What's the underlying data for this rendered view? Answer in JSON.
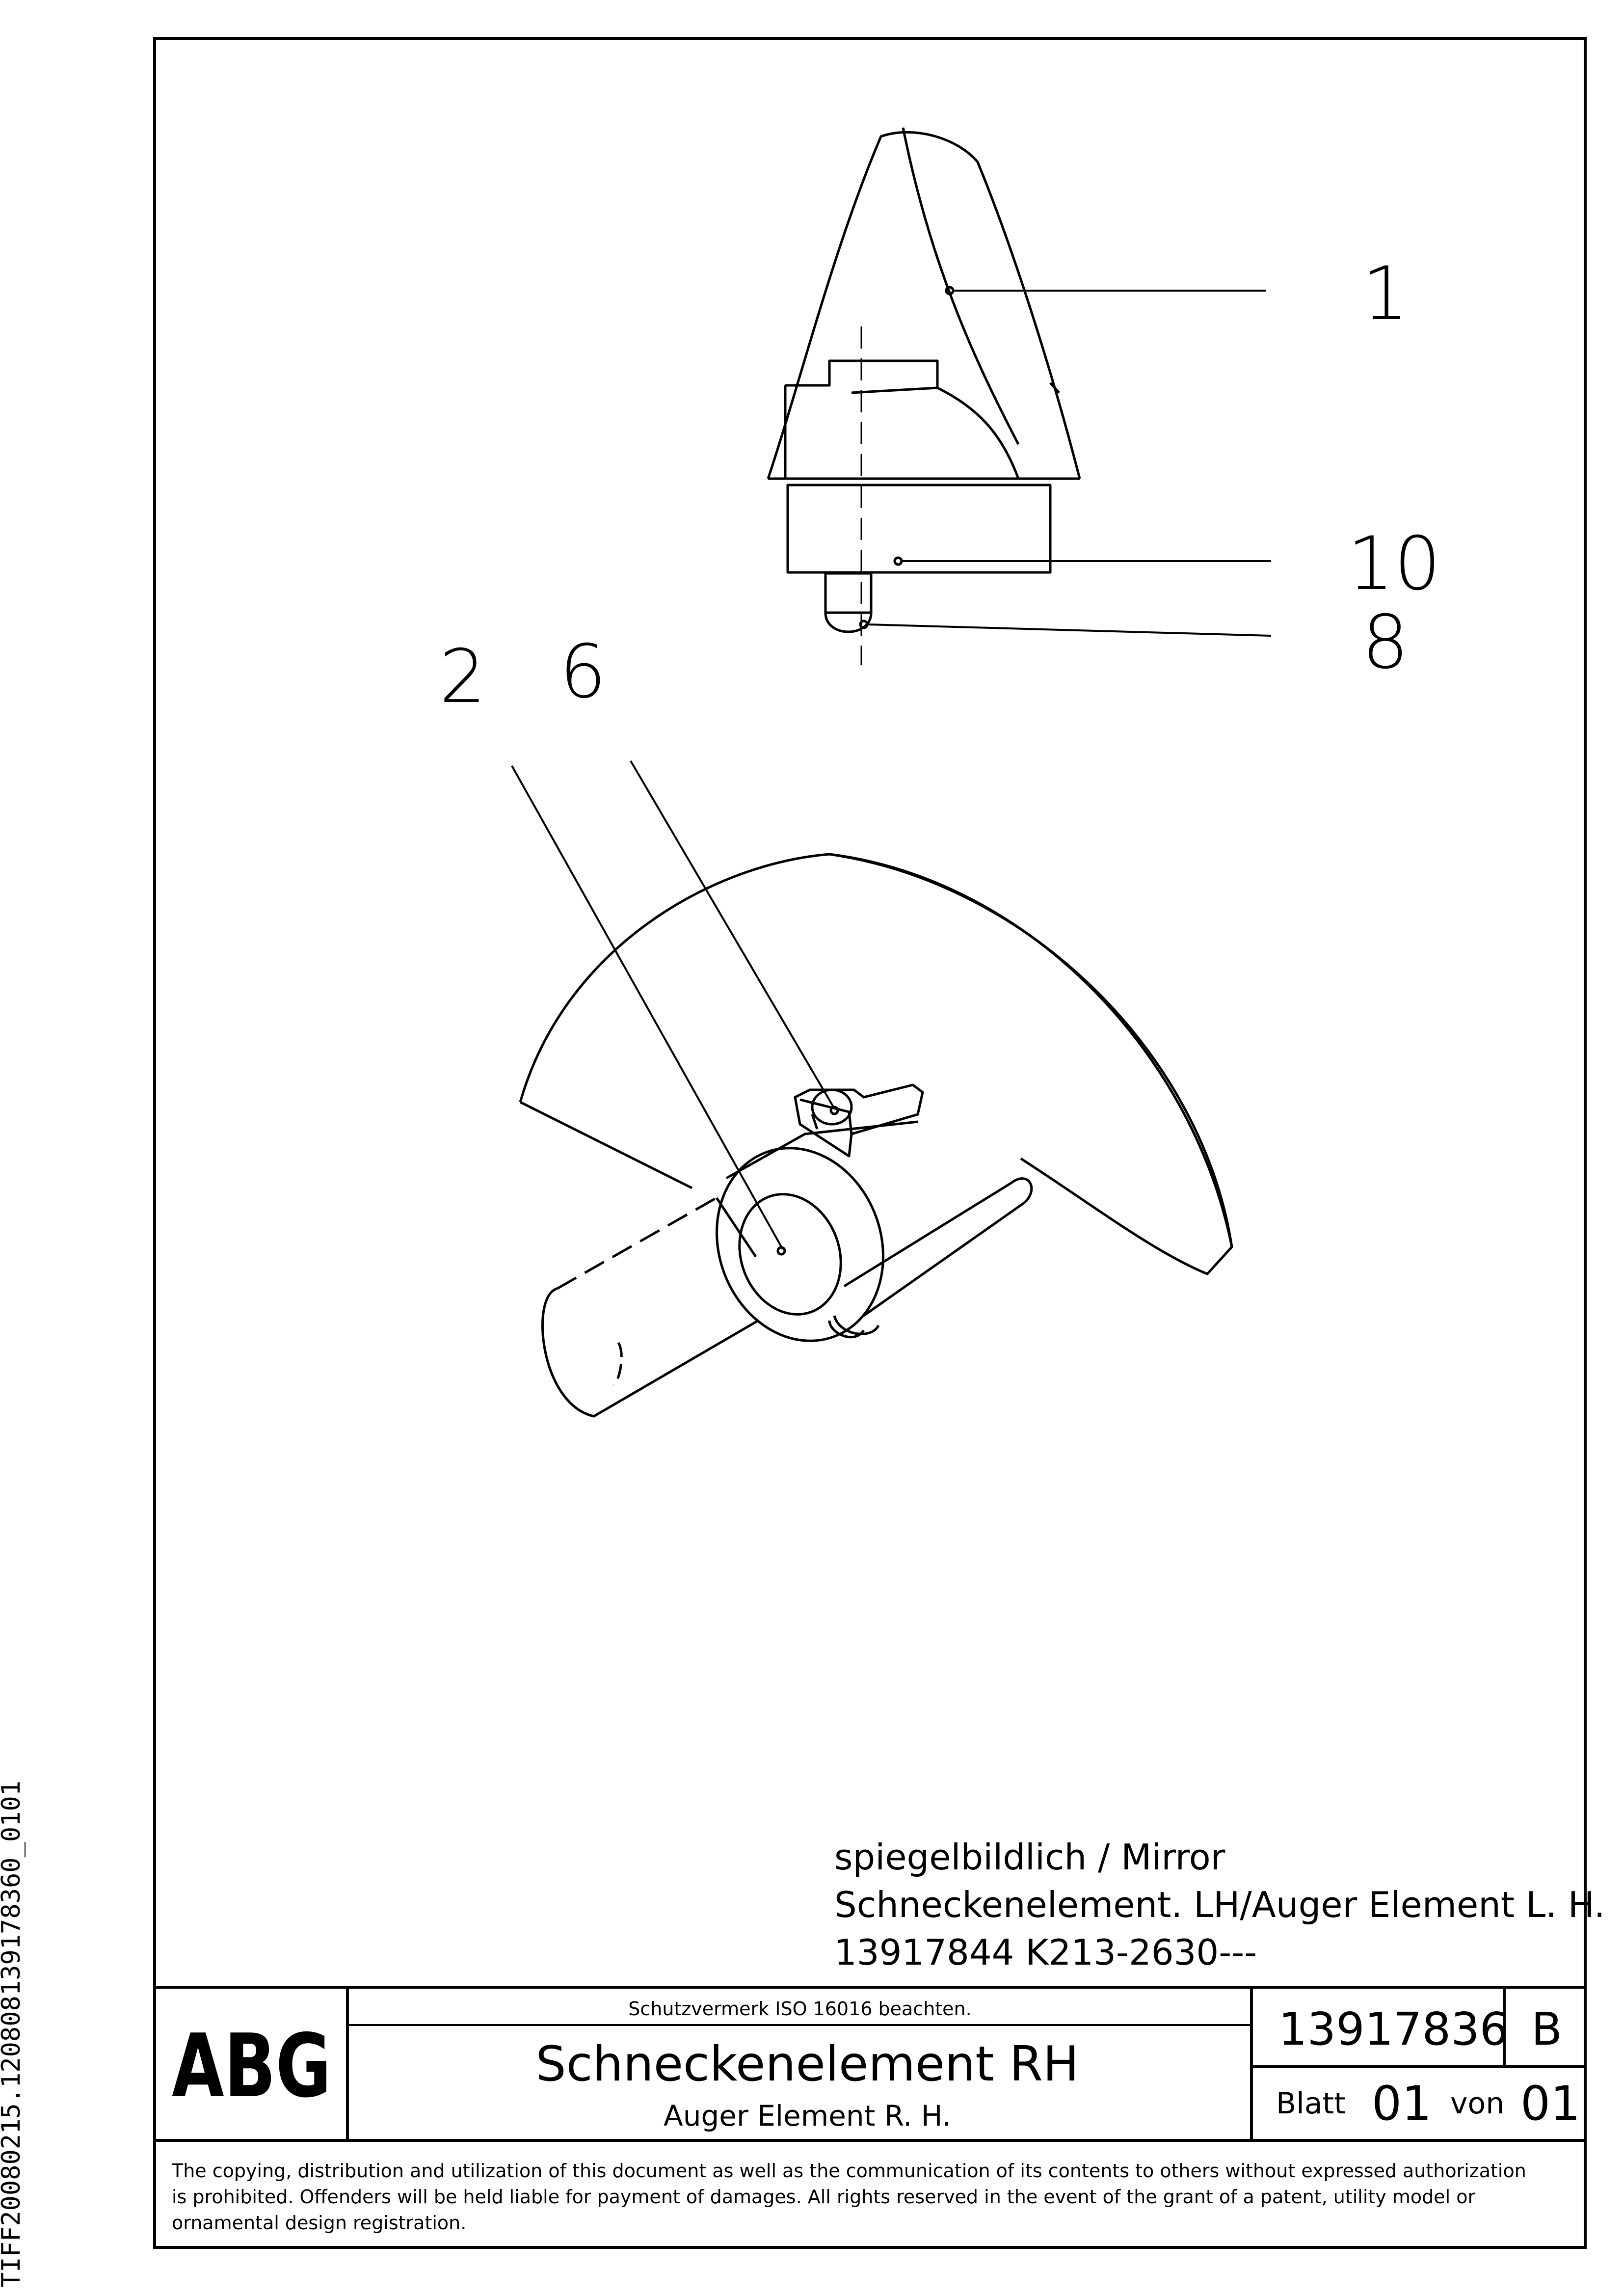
{
  "side_label": "TIFF20080215.120808139178360_0101",
  "callouts": {
    "c1": "1",
    "c10": "10",
    "c8": "8",
    "c2": "2",
    "c6": "6"
  },
  "mirror_note": {
    "line1": "spiegelbildlich / Mirror",
    "line2": "Schneckenelement. LH/Auger Element L. H.",
    "line3": "13917844  K213-2630---"
  },
  "title_block": {
    "logo": "ABG",
    "protection_note": "Schutzvermerk ISO 16016 beachten.",
    "title_de": "Schneckenelement RH",
    "title_en": "Auger Element R. H.",
    "drawing_number": "13917836",
    "revision": "B",
    "sheet_label": "Blatt",
    "sheet_number": "01",
    "of_label": "von",
    "sheet_total": "01"
  },
  "copyright": {
    "line1": "The copying, distribution and utilization of this document as well as the communication of its contents to others without expressed authorization",
    "line2": "is prohibited. Offenders will be held liable for payment of damages. All rights reserved in the event of the grant of a patent, utility model or",
    "line3": "ornamental design registration."
  }
}
